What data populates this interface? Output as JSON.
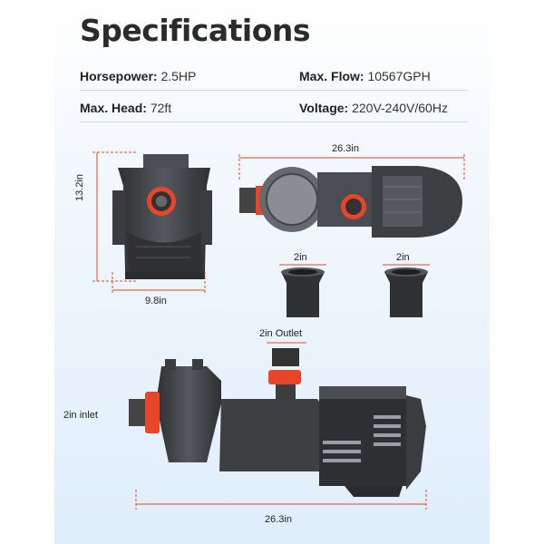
{
  "title": "Specifications",
  "specs": {
    "horsepower": {
      "label": "Horsepower:",
      "value": "2.5HP"
    },
    "max_flow": {
      "label": "Max. Flow:",
      "value": "10567GPH"
    },
    "max_head": {
      "label": "Max. Head:",
      "value": "72ft"
    },
    "voltage": {
      "label": "Voltage:",
      "value": "220V-240V/60Hz"
    }
  },
  "dimensions": {
    "height": "13.2in",
    "front_width": "9.8in",
    "top_length": "26.3in",
    "fitting_left": "2in",
    "fitting_right": "2in",
    "outlet": "2in Outlet",
    "inlet": "2in inlet",
    "side_length": "26.3in"
  },
  "colors": {
    "accent": "#e8462a",
    "body": "#3b3d40",
    "dim_line": "#e8462a"
  }
}
